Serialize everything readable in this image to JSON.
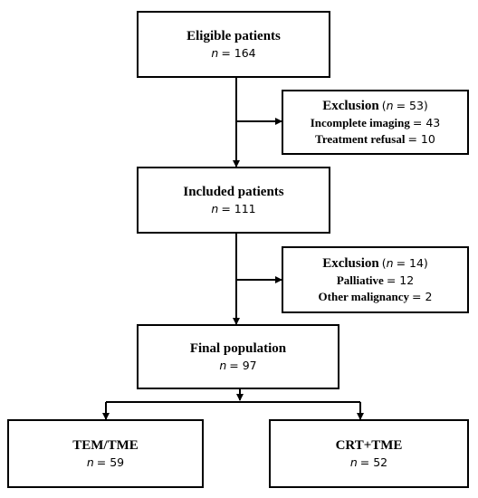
{
  "eligible": {
    "title": "Eligible patients",
    "n_label": "n",
    "count": "= 164"
  },
  "exclusion1": {
    "title": "Exclusion",
    "open": "(",
    "n_label": "n",
    "count": "= 53)",
    "items": [
      {
        "label": "Incomplete imaging",
        "value": "= 43"
      },
      {
        "label": "Treatment refusal",
        "value": "= 10"
      }
    ]
  },
  "included": {
    "title": "Included patients",
    "n_label": "n",
    "count": "= 111"
  },
  "exclusion2": {
    "title": "Exclusion",
    "open": "(",
    "n_label": "n",
    "count": "= 14)",
    "items": [
      {
        "label": "Palliative",
        "value": "= 12"
      },
      {
        "label": "Other malignancy",
        "value": "= 2"
      }
    ]
  },
  "final": {
    "title": "Final population",
    "n_label": "n",
    "count": "= 97"
  },
  "tem": {
    "title": "TEM/TME",
    "n_label": "n",
    "count": "= 59"
  },
  "crt": {
    "title": "CRT+TME",
    "n_label": "n",
    "count": "= 52"
  }
}
